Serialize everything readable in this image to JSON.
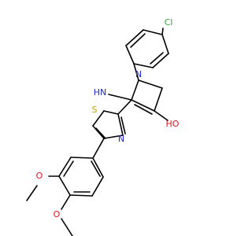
{
  "molecule": {
    "atoms": {
      "cl": "Cl",
      "n_ring": "N",
      "n_imine": "HN",
      "oh": "HO",
      "s": "S",
      "n_thiazole": "N",
      "o_left": "O",
      "o_right": "O"
    }
  },
  "colors": {
    "bond": "#000000",
    "carbon_label": "#000000",
    "nitrogen": "#1f2bd0",
    "oxygen": "#e0141e",
    "sulfur": "#c9a400",
    "chlorine": "#2ea52e"
  }
}
